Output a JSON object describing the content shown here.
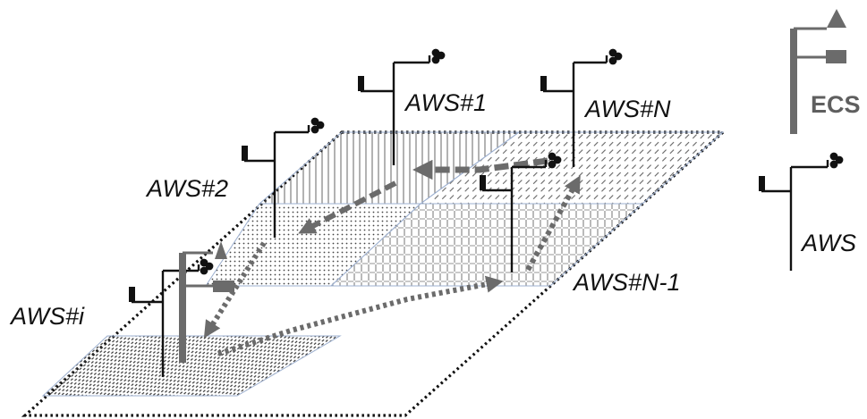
{
  "labels": {
    "aws1": "AWS#1",
    "aws2": "AWS#2",
    "awsN": "AWS#N",
    "awsN1": "AWS#N-1",
    "awsI": "AWS#i"
  },
  "legend": {
    "ecs_label": "ECS",
    "aws_label": "AWS"
  },
  "colors": {
    "station": "#111111",
    "ecs": "#6b6b6b",
    "arrow": "#6b6b6b",
    "region_border": "#8fa9d0"
  }
}
